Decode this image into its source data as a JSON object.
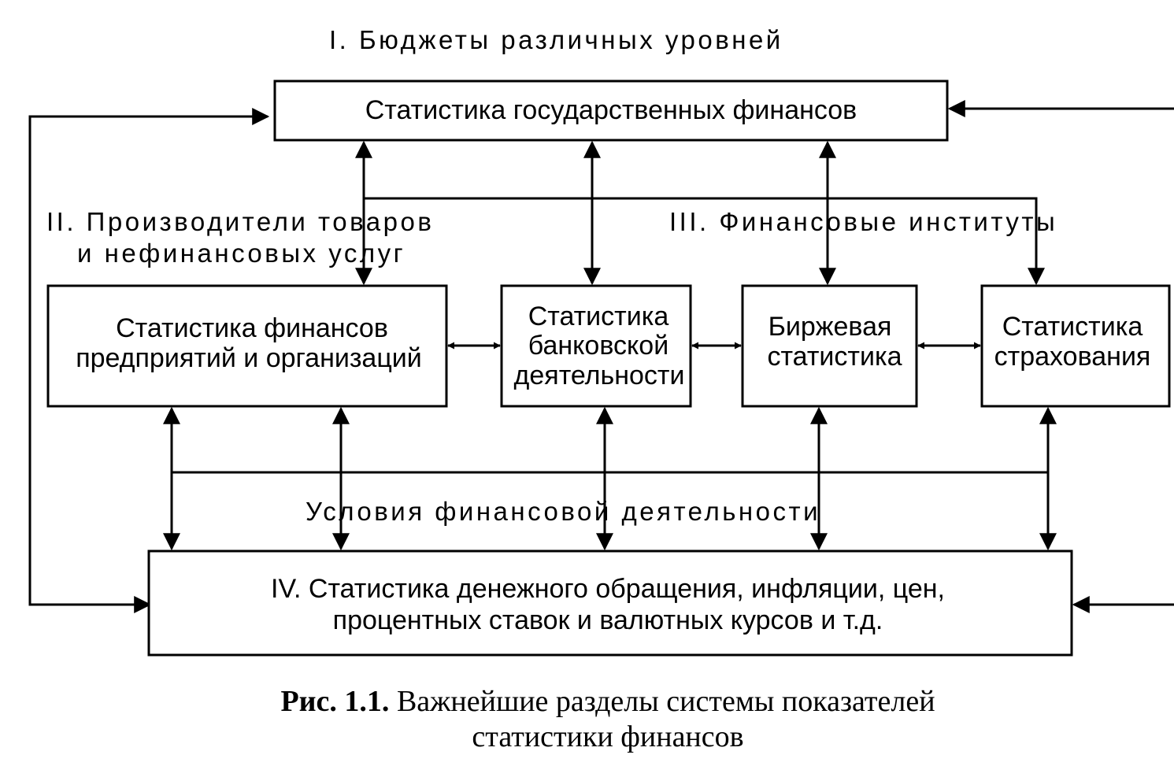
{
  "sections": {
    "budgets": "I. Бюджеты различных уровней",
    "producers_line1": "II. Производители товаров",
    "producers_line2": "и нефинансовых услуг",
    "institutions": "III. Финансовые институты",
    "conditions": "Условия финансовой деятельности"
  },
  "boxes": {
    "state_finance": [
      "Статистика государственных финансов"
    ],
    "enterprise_finance": [
      "Статистика финансов",
      "предприятий и организаций"
    ],
    "banking": [
      "Статистика",
      "банковской",
      "деятельности"
    ],
    "exchange": [
      "Биржевая",
      "статистика"
    ],
    "insurance": [
      "Статистика",
      "страхования"
    ],
    "money_circulation": [
      "IV.  Статистика денежного обращения, инфляции, цен,",
      "процентных ставок и валютных курсов и т.д."
    ]
  },
  "caption": {
    "label": "Рис. 1.1.",
    "line1": "Важнейшие разделы системы показателей",
    "line2": "статистики финансов"
  },
  "colors": {
    "ink": "#000000",
    "paper": "#ffffff"
  }
}
